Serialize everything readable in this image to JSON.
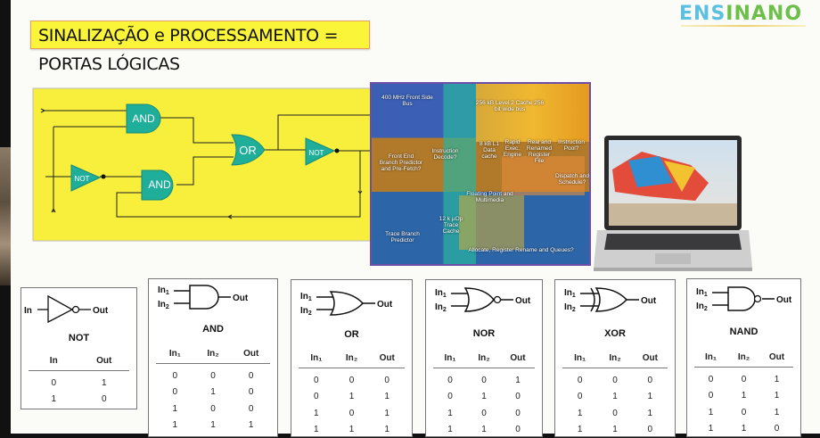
{
  "title": "SINALIZAÇÃO e PROCESSAMENTO  = PORTAS LÓGICAS",
  "logo": {
    "part1": "ENS",
    "part2": "INANO"
  },
  "circuit": {
    "gates": [
      "AND",
      "AND",
      "OR",
      "NOT",
      "NOT"
    ],
    "colors": {
      "background": "#f7ef3c",
      "gate": "#1fae9a"
    }
  },
  "chip_labels": [
    "400 MHz Front Side Bus",
    "256 kB Level 2 Cache 256 bit wide bus",
    "Instruction Decode?",
    "Front End Branch Predictor and Pre-Fetch?",
    "8 kB L1 Data cache",
    "Rapid Exec. Engine",
    "Real and Renamed Register File",
    "Instruction Pool?",
    "Dispatch and Schedule?",
    "Floating Point and Multimedia",
    "12 k µOp Trace Cache",
    "Trace Branch Predictor",
    "Allocate, Register Rename and Queues?"
  ],
  "gates": [
    {
      "name": "NOT",
      "headers": [
        "In",
        "Out"
      ],
      "rows": [
        [
          "0",
          "1"
        ],
        [
          "1",
          "0"
        ]
      ],
      "in_label": "In",
      "out_label": "Out"
    },
    {
      "name": "AND",
      "headers": [
        "In1",
        "In2",
        "Out"
      ],
      "rows": [
        [
          "0",
          "0",
          "0"
        ],
        [
          "0",
          "1",
          "0"
        ],
        [
          "1",
          "0",
          "0"
        ],
        [
          "1",
          "1",
          "1"
        ]
      ],
      "in1": "In1",
      "in2": "In2",
      "out_label": "Out"
    },
    {
      "name": "OR",
      "headers": [
        "In1",
        "In2",
        "Out"
      ],
      "rows": [
        [
          "0",
          "0",
          "0"
        ],
        [
          "0",
          "1",
          "1"
        ],
        [
          "1",
          "0",
          "1"
        ],
        [
          "1",
          "1",
          "1"
        ]
      ],
      "in1": "In1",
      "in2": "In2",
      "out_label": "Out"
    },
    {
      "name": "NOR",
      "headers": [
        "In1",
        "In2",
        "Out"
      ],
      "rows": [
        [
          "0",
          "0",
          "1"
        ],
        [
          "0",
          "1",
          "0"
        ],
        [
          "1",
          "0",
          "0"
        ],
        [
          "1",
          "1",
          "0"
        ]
      ],
      "in1": "In1",
      "in2": "In2",
      "out_label": "Out"
    },
    {
      "name": "XOR",
      "headers": [
        "In1",
        "In2",
        "Out"
      ],
      "rows": [
        [
          "0",
          "0",
          "0"
        ],
        [
          "0",
          "1",
          "1"
        ],
        [
          "1",
          "0",
          "1"
        ],
        [
          "1",
          "1",
          "0"
        ]
      ],
      "in1": "In1",
      "in2": "In2",
      "out_label": "Out"
    },
    {
      "name": "NAND",
      "headers": [
        "In1",
        "In2",
        "Out"
      ],
      "rows": [
        [
          "0",
          "0",
          "1"
        ],
        [
          "0",
          "1",
          "1"
        ],
        [
          "1",
          "0",
          "1"
        ],
        [
          "1",
          "1",
          "0"
        ]
      ],
      "in1": "In1",
      "in2": "In2",
      "out_label": "Out"
    }
  ]
}
